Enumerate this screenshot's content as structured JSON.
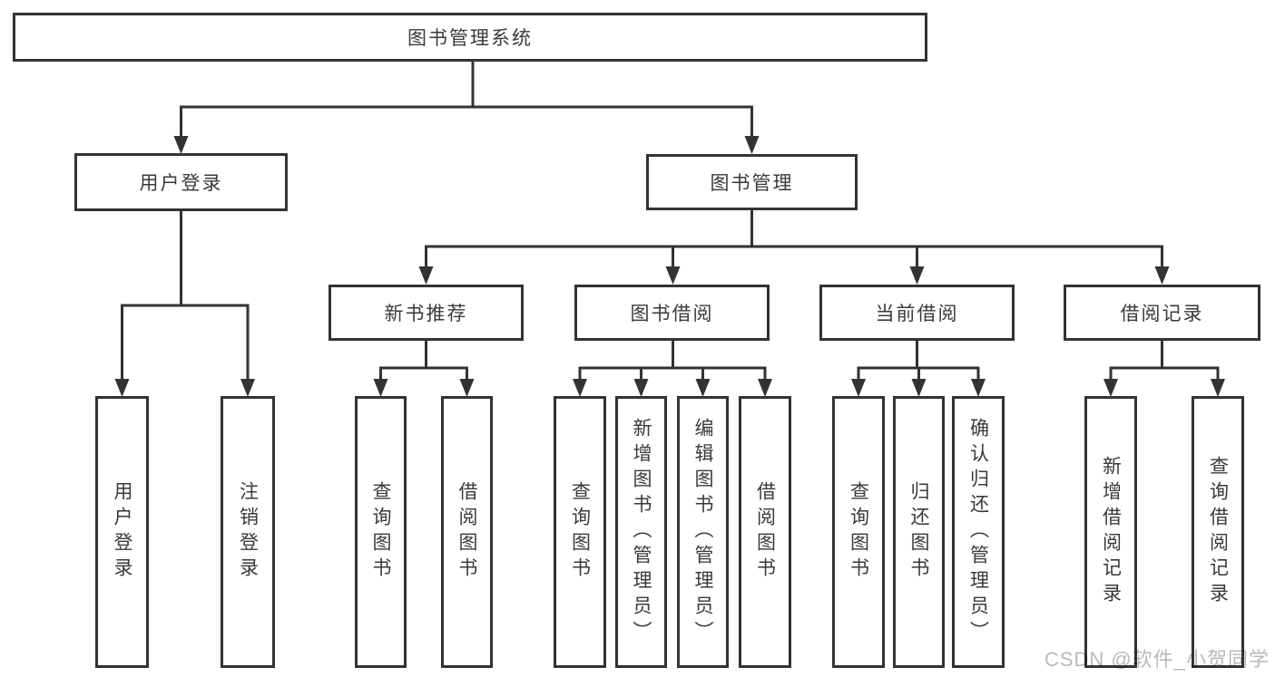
{
  "diagram_title": "图书管理系统",
  "nodes": {
    "root": {
      "label": "图书管理系统"
    },
    "level2": [
      {
        "label": "用户登录"
      },
      {
        "label": "图书管理"
      }
    ],
    "level3": [
      {
        "label": "新书推荐",
        "parent": "图书管理"
      },
      {
        "label": "图书借阅",
        "parent": "图书管理"
      },
      {
        "label": "当前借阅",
        "parent": "图书管理"
      },
      {
        "label": "借阅记录",
        "parent": "图书管理"
      }
    ],
    "level4": [
      {
        "label": "用户登录",
        "parent": "用户登录"
      },
      {
        "label": "注销登录",
        "parent": "用户登录"
      },
      {
        "label": "查询图书",
        "parent": "新书推荐"
      },
      {
        "label": "借阅图书",
        "parent": "新书推荐"
      },
      {
        "label": "查询图书",
        "parent": "图书借阅"
      },
      {
        "label": "新增图书（管理员）",
        "parent": "图书借阅"
      },
      {
        "label": "编辑图书（管理员）",
        "parent": "图书借阅"
      },
      {
        "label": "借阅图书",
        "parent": "图书借阅"
      },
      {
        "label": "查询图书",
        "parent": "当前借阅"
      },
      {
        "label": "归还图书",
        "parent": "当前借阅"
      },
      {
        "label": "确认归还（管理员）",
        "parent": "当前借阅"
      },
      {
        "label": "新增借阅记录",
        "parent": "借阅记录"
      },
      {
        "label": "查询借阅记录",
        "parent": "借阅记录"
      }
    ]
  },
  "watermark": {
    "text": "CSDN @软件_小贺同学"
  },
  "colors": {
    "line": "#333333",
    "text": "#3a3a3a",
    "background": "#ffffff",
    "watermark": "#b9b9b9"
  }
}
